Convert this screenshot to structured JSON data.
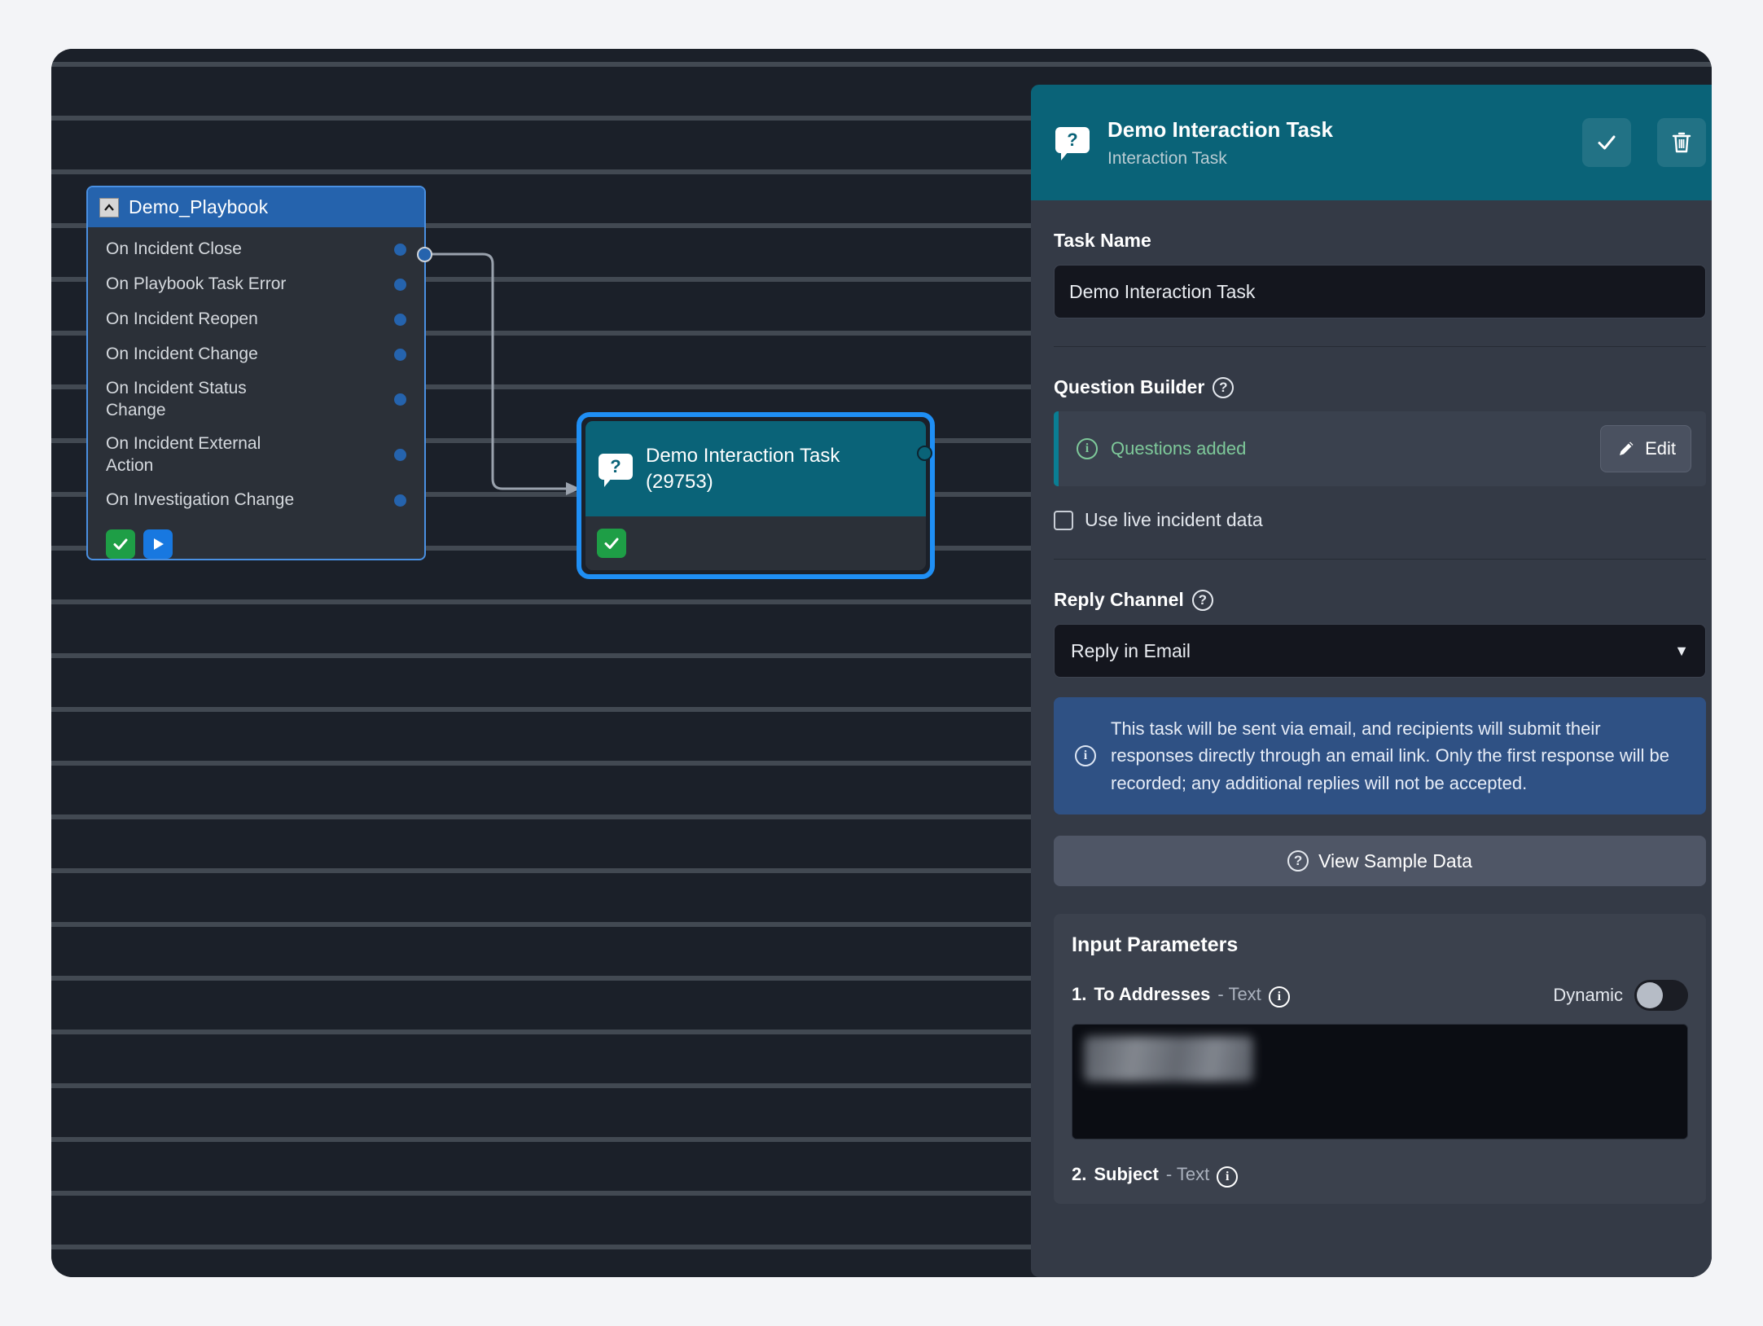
{
  "playbook_node": {
    "title": "Demo_Playbook",
    "collapse_icon": "chevron-up-icon",
    "triggers": [
      "On Incident Close",
      "On Playbook Task Error",
      "On Incident Reopen",
      "On Incident Change",
      "On Incident Status Change",
      "On Incident External Action",
      "On Investigation Change"
    ],
    "actions": [
      {
        "name": "approve-button",
        "icon": "check-icon",
        "color": "#1e9e46"
      },
      {
        "name": "run-button",
        "icon": "play-icon",
        "color": "#1878e0"
      }
    ]
  },
  "task_node": {
    "icon": "question-bubble-icon",
    "title": "Demo Interaction Task",
    "id_label": "(29753)",
    "status_icon": "check-icon",
    "header_color": "#0a6378",
    "selection_color": "#1f8ff5"
  },
  "panel": {
    "header": {
      "icon": "question-bubble-icon",
      "title": "Demo Interaction Task",
      "subtitle": "Interaction Task",
      "save_icon": "check-icon",
      "delete_icon": "trash-icon",
      "background": "#0a6378"
    },
    "task_name": {
      "label": "Task Name",
      "value": "Demo Interaction Task",
      "placeholder": "Task Name"
    },
    "question_builder": {
      "label": "Question Builder",
      "help_icon": "question-circle-icon",
      "status_icon": "info-circle-icon",
      "status_text": "Questions added",
      "status_color": "#7ec99a",
      "edit_label": "Edit",
      "edit_icon": "pencil-icon"
    },
    "use_live_data": {
      "label": "Use live incident data",
      "checked": false
    },
    "reply_channel": {
      "label": "Reply Channel",
      "help_icon": "question-circle-icon",
      "value": "Reply in Email",
      "caret_icon": "chevron-down-icon"
    },
    "email_notice": {
      "icon": "info-circle-icon",
      "text": "This task will be sent via email, and recipients will submit their responses directly through an email link. Only the first response will be recorded; any additional replies will not be accepted.",
      "background": "#2f5184"
    },
    "view_sample_data": {
      "label": "View Sample Data",
      "icon": "question-circle-icon"
    },
    "input_parameters": {
      "title": "Input Parameters",
      "items": [
        {
          "index": "1.",
          "name": "To Addresses",
          "type": "- Text",
          "info_icon": "info-circle-icon",
          "dynamic_label": "Dynamic",
          "dynamic_on": false,
          "value_redacted": true
        },
        {
          "index": "2.",
          "name": "Subject",
          "type": "- Text",
          "info_icon": "info-circle-icon"
        }
      ]
    }
  }
}
